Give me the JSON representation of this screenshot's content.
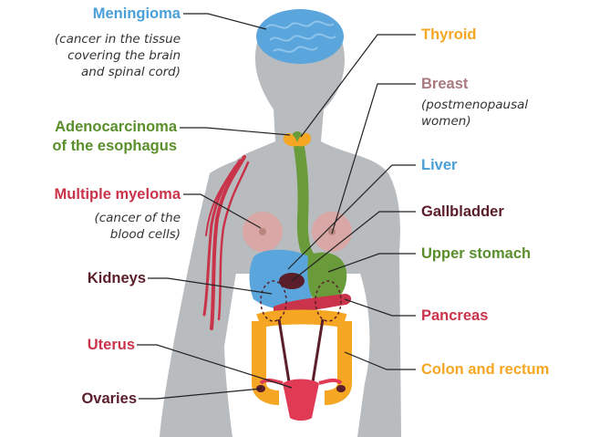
{
  "colors": {
    "body": "#b8bcbf",
    "brain": "#5aa5dc",
    "thyroid": "#f5a623",
    "breast": "#d9a7a5",
    "liver": "#5aa5dc",
    "stomach": "#6a9b3a",
    "gallbladder": "#5a1e2a",
    "pancreas": "#c9344a",
    "colon": "#f5a623",
    "kidneys": "#5a1e2a",
    "uterus": "#e03a55",
    "blood": "#c9344a",
    "label_blue": "#4a9fd8",
    "label_orange": "#f5a623",
    "label_mauve": "#a87a7e",
    "label_green": "#5a8f2c",
    "label_maroon": "#5a1e2a",
    "label_red": "#c9344a"
  },
  "labels": {
    "meningioma": "Meningioma",
    "meningioma_note": [
      "(cancer in the tissue",
      "covering the brain",
      "and spinal cord)"
    ],
    "adenocarcinoma": [
      "Adenocarcinoma",
      "of the esophagus"
    ],
    "multiple_myeloma": "Multiple myeloma",
    "myeloma_note": [
      "(cancer of the",
      "blood cells)"
    ],
    "kidneys": "Kidneys",
    "uterus": "Uterus",
    "ovaries": "Ovaries",
    "thyroid": "Thyroid",
    "breast": "Breast",
    "breast_note": [
      "(postmenopausal",
      "women)"
    ],
    "liver": "Liver",
    "gallbladder": "Gallbladder",
    "upper_stomach": "Upper stomach",
    "pancreas": "Pancreas",
    "colon_rectum": "Colon and rectum"
  }
}
